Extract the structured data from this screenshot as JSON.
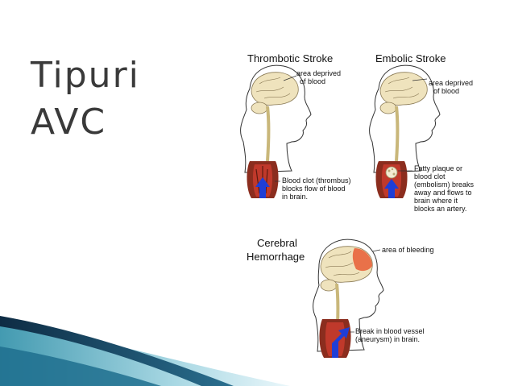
{
  "slide": {
    "title_line1": "Tipuri",
    "title_line2": "AVC"
  },
  "figure": {
    "thrombotic": {
      "title": "Thrombotic Stroke",
      "area_label_line1": "area deprived",
      "area_label_line2": "of blood",
      "clot_label_line1": "Blood clot (thrombus)",
      "clot_label_line2": "blocks flow of blood",
      "clot_label_line3": "in brain."
    },
    "embolic": {
      "title": "Embolic Stroke",
      "area_label_line1": "area deprived",
      "area_label_line2": "of blood",
      "clot_label_line1": "Fatty plaque or",
      "clot_label_line2": "blood clot",
      "clot_label_line3": "(embolism) breaks",
      "clot_label_line4": "away and flows to",
      "clot_label_line5": "brain where it",
      "clot_label_line6": "blocks an artery."
    },
    "hemorrhage": {
      "title_line1": "Cerebral",
      "title_line2": "Hemorrhage",
      "area_label": "area of bleeding",
      "break_label_line1": "Break in blood vessel",
      "break_label_line2": "(aneurysm) in brain."
    }
  },
  "colors": {
    "title_text": "#3a3a3a",
    "brain": "#efe3bd",
    "vessel_wall": "#8b2d1e",
    "blood": "#c0392b",
    "flow_arrow": "#1f3ed6",
    "bleeding": "#e8643c",
    "accent_wave_dark": "#1a3f5c",
    "accent_wave_teal": "#2e8fa8"
  }
}
